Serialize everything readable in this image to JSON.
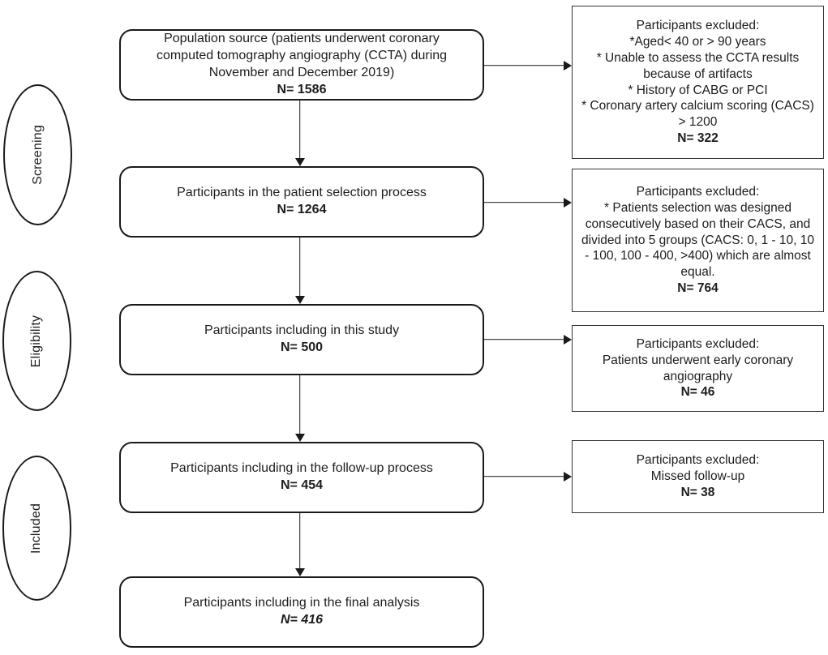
{
  "flowchart": {
    "stages": [
      {
        "label": "Screening"
      },
      {
        "label": "Eligibility"
      },
      {
        "label": "Included"
      }
    ],
    "main_boxes": [
      {
        "text": "Population source (patients underwent coronary computed tomography angiography (CCTA) during November and December 2019)",
        "n": "N= 1586"
      },
      {
        "text": "Participants in the patient selection process",
        "n": "N= 1264"
      },
      {
        "text": "Participants including in this study",
        "n": "N= 500"
      },
      {
        "text": "Participants including in the follow-up process",
        "n": "N= 454"
      },
      {
        "text": "Participants including in the final analysis",
        "n": "N= 416"
      }
    ],
    "excluded_boxes": [
      {
        "text": "Participants excluded:\n*Aged< 40 or > 90 years\n* Unable to assess the CCTA results because of artifacts\n* History of CABG or PCI\n* Coronary artery calcium scoring (CACS) > 1200",
        "n": "N= 322"
      },
      {
        "text": "Participants excluded:\n* Patients selection was designed consecutively based on their CACS, and divided into 5 groups (CACS: 0, 1 - 10, 10 - 100, 100 - 400, >400) which are almost equal.",
        "n": "N= 764"
      },
      {
        "text": "Participants excluded:\nPatients underwent early coronary angiography",
        "n": "N= 46"
      },
      {
        "text": "Participants excluded:\nMissed follow-up",
        "n": "N= 38"
      }
    ],
    "colors": {
      "border": "#1a1a1a",
      "text": "#1d1d1d",
      "background": "#ffffff"
    }
  }
}
